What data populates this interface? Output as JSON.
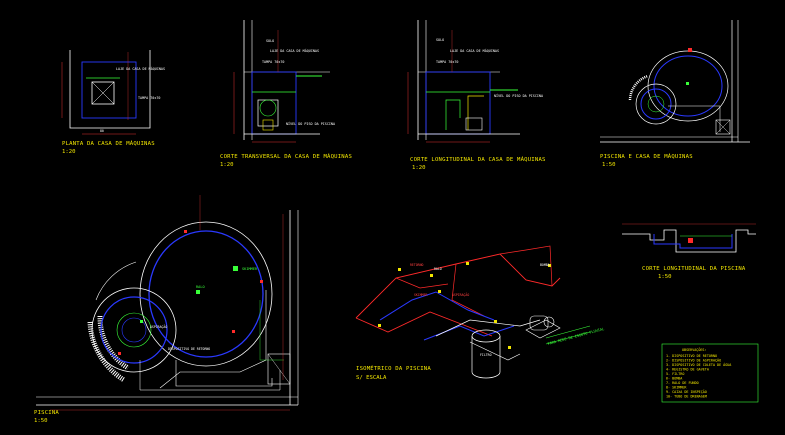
{
  "drawings": {
    "machine_room_plan": {
      "title": "PLANTA DA CASA DE MÁQUINAS",
      "scale": "1:20",
      "notes": [
        "LAJE DA CASA DE MÁQUINAS",
        "TAMPA 70x70"
      ]
    },
    "transverse_section": {
      "title": "CORTE TRANSVERSAL DA CASA DE MÁQUINAS",
      "scale": "1:20",
      "notes": [
        "SOLO",
        "LAJE DA CASA DE MÁQUINAS",
        "TAMPA 70x70",
        "NÍVEL DO PISO DA PISCINA"
      ]
    },
    "longitudinal_section": {
      "title": "CORTE LONGITUDINAL DA CASA DE MÁQUINAS",
      "scale": "1:20",
      "notes": [
        "SOLO",
        "LAJE DA CASA DE MÁQUINAS",
        "TAMPA 70x70",
        "NÍVEL DO PISO DA PISCINA"
      ]
    },
    "pool_small": {
      "title": "PISCINA E CASA DE MÁQUINAS",
      "scale": "1:50"
    },
    "pool_section": {
      "title": "CORTE LONGITUDINAL DA PISCINA",
      "scale": "1:50"
    },
    "pool_plan": {
      "title": "PISCINA",
      "scale": "1:50",
      "labels": [
        "RALO",
        "DISPOSITIVO DE RETORNO",
        "SKIMMER",
        "ASPIRAÇÃO"
      ]
    },
    "isometric": {
      "title": "ISOMÉTRICO DA PISCINA",
      "scale": "S/ ESCALA",
      "labels": [
        "RETORNO",
        "ASPIRAÇÃO",
        "RALO",
        "SKIMMER",
        "FILTRO",
        "BOMBA",
        "PARA REDE DE ESGOTO PLUVIAL"
      ]
    }
  },
  "legend": {
    "title": "OBSERVAÇÕES:",
    "items": [
      "1- DISPOSITIVO DE RETORNO",
      "2- DISPOSITIVO DE ASPIRAÇÃO",
      "3- DISPOSITIVO DE COLETA DE ÁGUA",
      "4- REGISTRO DE GAVETA",
      "5- FILTRO",
      "6- BOMBA",
      "7- RALO DE FUNDO",
      "8- SKIMMER",
      "9- CAIXA DE INSPEÇÃO",
      "10- TUBO DE DRENAGEM"
    ]
  },
  "colors": {
    "background": "#000000",
    "wall": "#ffffff",
    "pool_edge": "#2a39ff",
    "water_line": "#39ff39",
    "pipe_red": "#ff2a2a",
    "text_yellow": "#f2e600",
    "dim_red": "#e03030"
  }
}
